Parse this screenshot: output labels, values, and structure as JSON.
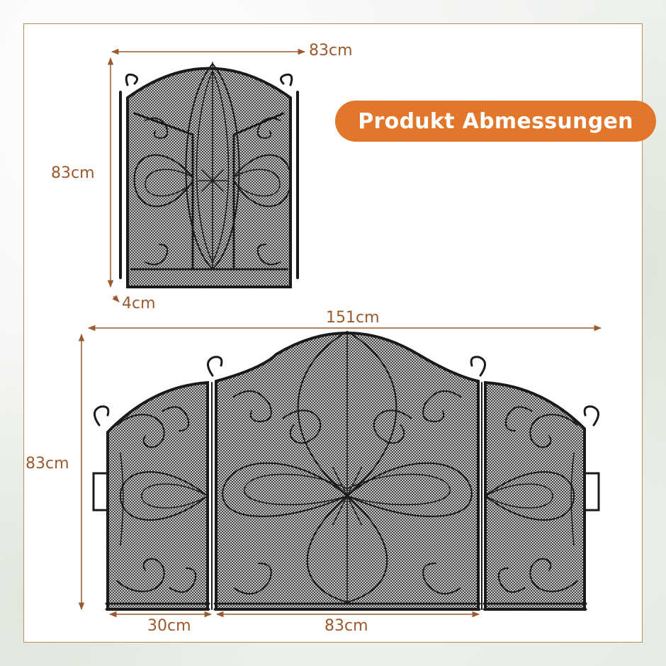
{
  "heading": "Produkt Abmessungen",
  "dimensions": {
    "folded_width": "83cm",
    "folded_height": "83cm",
    "folded_depth": "4cm",
    "total_width": "151cm",
    "total_height": "83cm",
    "side_panel_width": "30cm",
    "center_panel_width": "83cm"
  },
  "colors": {
    "accent": "#e2762a",
    "dimension_text": "#9a5a2e",
    "frame": "#c58a5a",
    "product": "#1a1a1a"
  }
}
